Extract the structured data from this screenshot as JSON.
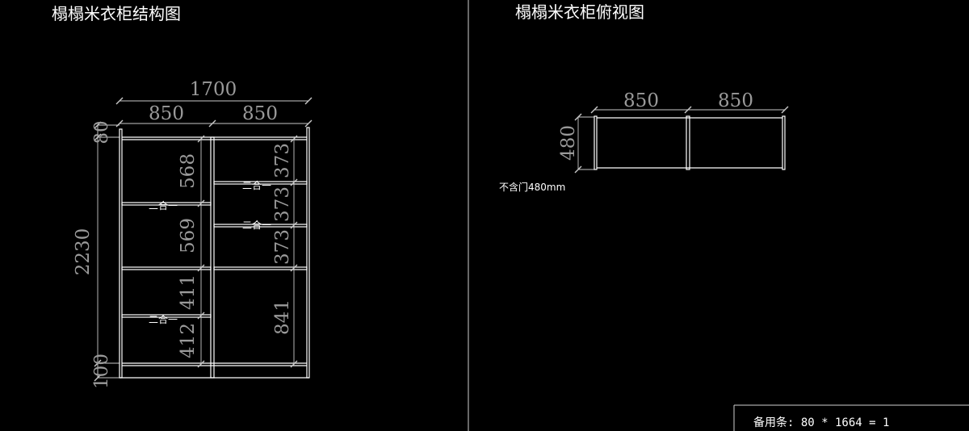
{
  "front_view": {
    "title": "榻榻米衣柜结构图",
    "dims": {
      "total_width": "1700",
      "left_width": "850",
      "right_width": "850",
      "total_height": "2230",
      "top_rail": "80",
      "bottom_rail": "100",
      "left_sections": [
        "568",
        "569",
        "411",
        "412"
      ],
      "right_sections": [
        "373",
        "373",
        "373",
        "841"
      ]
    },
    "door_marks": [
      "二合一",
      "二合一",
      "二合一",
      "二合一"
    ]
  },
  "top_view": {
    "title": "榻榻米衣柜俯视图",
    "dims": {
      "left_width": "850",
      "right_width": "850",
      "depth": "480"
    },
    "note": "不含门480mm"
  },
  "info_box": {
    "text": "备用条:  80 * 1664 = 1"
  }
}
